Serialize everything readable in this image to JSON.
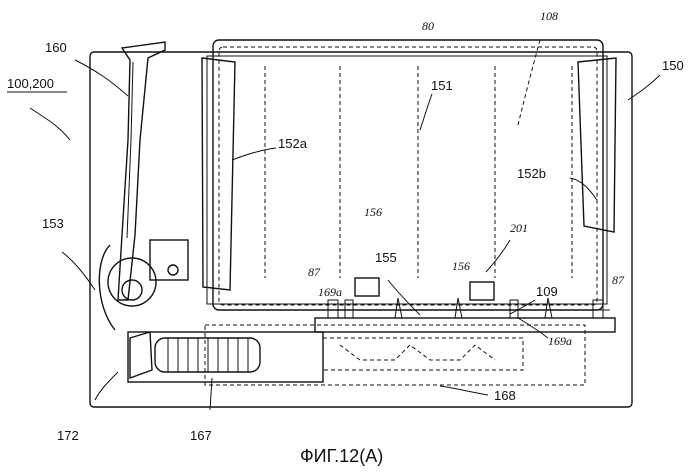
{
  "labels": {
    "ref_100_200": "100,200",
    "ref_160": "160",
    "ref_80": "80",
    "ref_108": "108",
    "ref_150": "150",
    "ref_151": "151",
    "ref_152a": "152a",
    "ref_152b": "152b",
    "ref_153": "153",
    "ref_156_left": "156",
    "ref_156_right": "156",
    "ref_201": "201",
    "ref_155": "155",
    "ref_87_left": "87",
    "ref_87_right": "87",
    "ref_169a_left": "169a",
    "ref_169a_right": "169a",
    "ref_109": "109",
    "ref_168": "168",
    "ref_172": "172",
    "ref_167": "167"
  },
  "caption": "ФИГ.12(А)"
}
